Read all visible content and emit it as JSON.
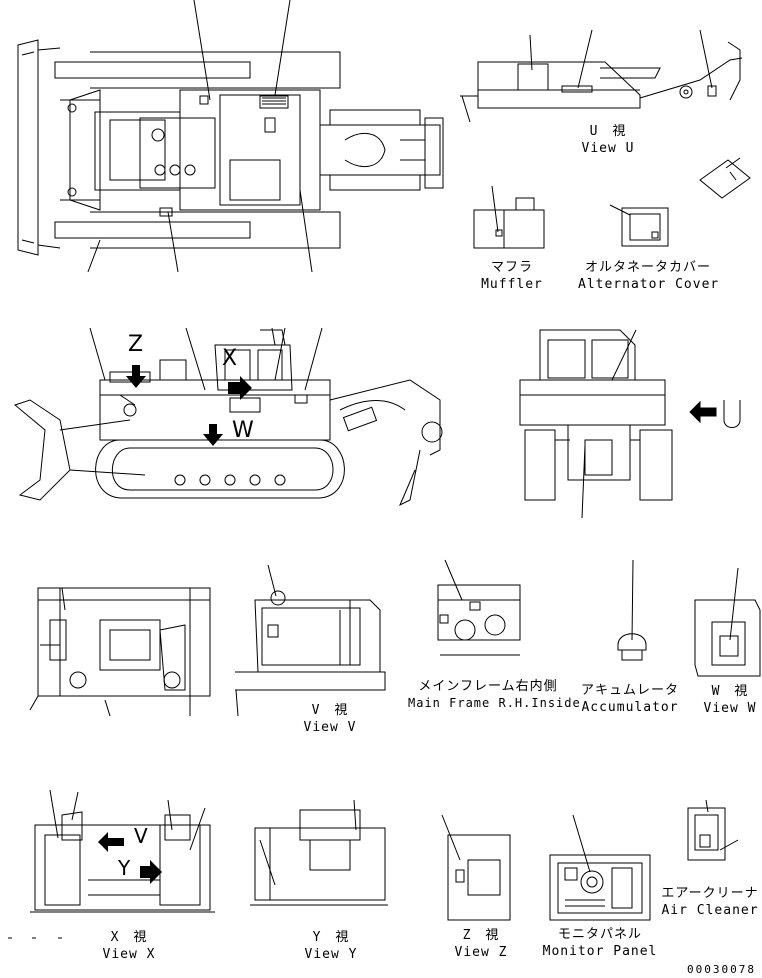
{
  "labels": {
    "view_u_jp": "U　視",
    "view_u": "View U",
    "muffler_jp": "マフラ",
    "muffler": "Muffler",
    "alternator_jp": "オルタネータカバー",
    "alternator": "Alternator Cover",
    "main_frame_jp": "メインフレーム右内側",
    "main_frame": "Main Frame R.H.Inside",
    "view_v_jp": "V　視",
    "view_v": "View V",
    "accumulator_jp": "アキュムレータ",
    "accumulator": "Accumulator",
    "view_w_jp": "W　視",
    "view_w": "View W",
    "view_x_jp": "X　視",
    "view_x": "View X",
    "view_y_jp": "Y　視",
    "view_y": "View Y",
    "view_z_jp": "Z　視",
    "view_z": "View Z",
    "monitor_jp": "モニタパネル",
    "monitor": "Monitor Panel",
    "air_cleaner_jp": "エアークリーナ",
    "air_cleaner": "Air Cleaner"
  },
  "view_letters": {
    "z": "Z",
    "x": "X",
    "w": "W",
    "u": "U",
    "v": "V",
    "y": "Y"
  },
  "page_number": "00030078"
}
